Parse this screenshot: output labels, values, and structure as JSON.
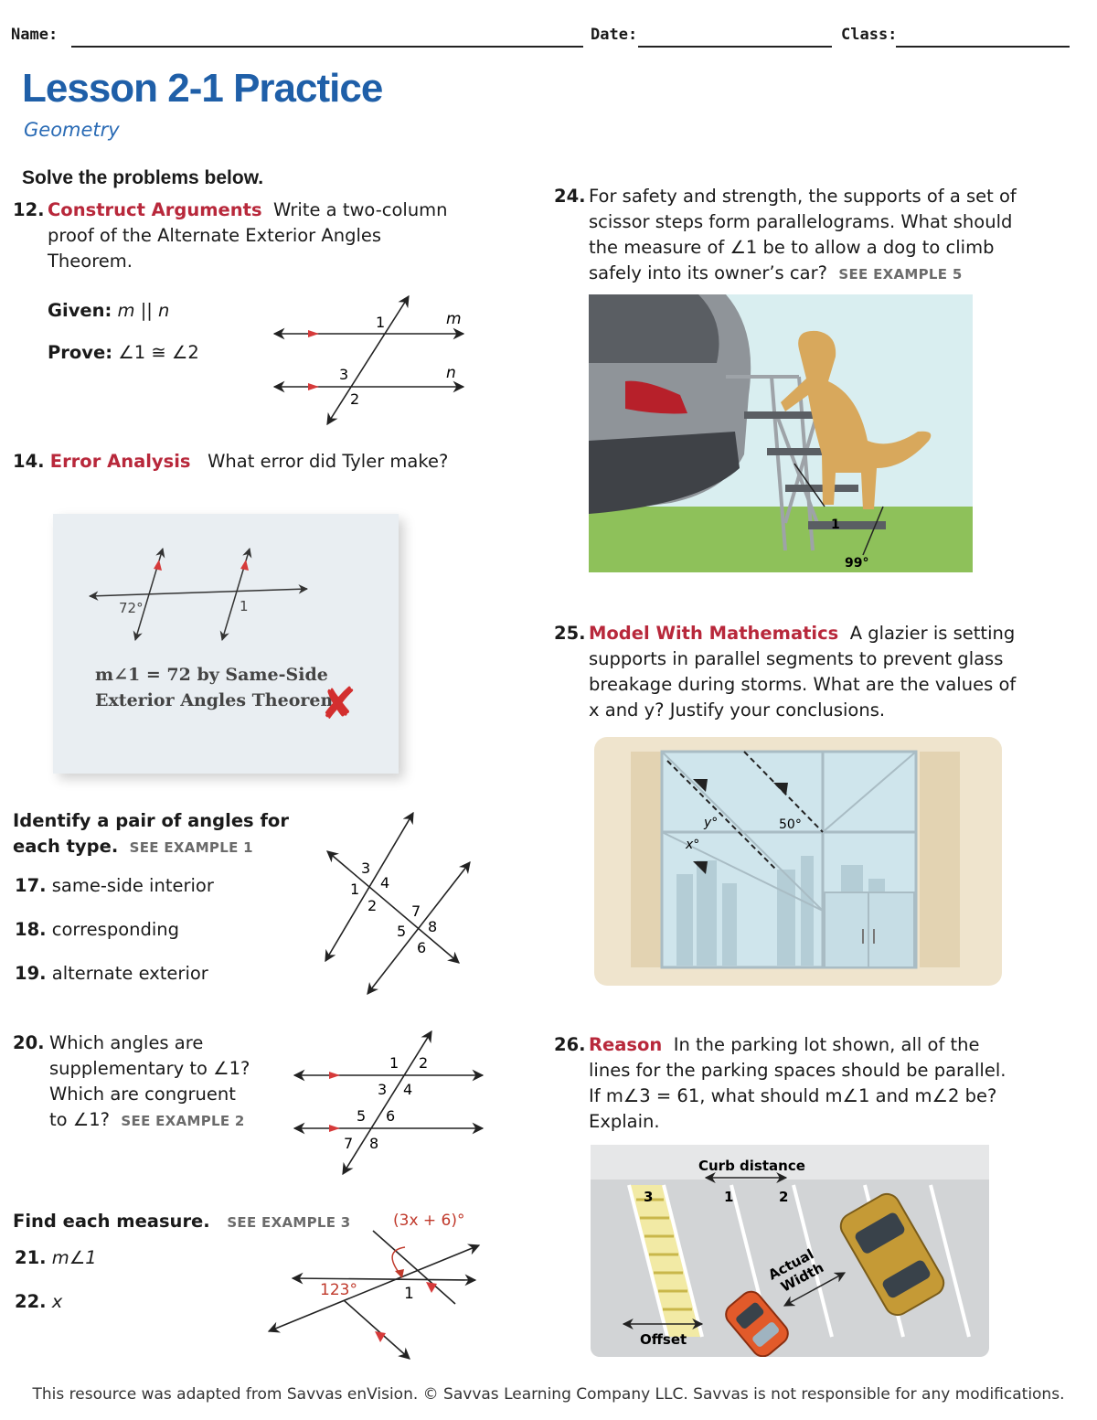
{
  "header": {
    "name_label": "Name:",
    "date_label": "Date:",
    "class_label": "Class:"
  },
  "title": "Lesson 2-1 Practice",
  "subtitle": "Geometry",
  "instructions": "Solve the problems below.",
  "p12": {
    "num": "12.",
    "tag": "Construct Arguments",
    "text": "Write a two-column proof of the Alternate Exterior Angles Theorem.",
    "given_label": "Given:",
    "given": "m || n",
    "prove_label": "Prove:",
    "prove": "∠1 ≅ ∠2",
    "fig": {
      "l1": "1",
      "l2": "2",
      "l3": "3",
      "m": "m",
      "n": "n"
    }
  },
  "p14": {
    "num": "14.",
    "tag": "Error Analysis",
    "text": "What error did Tyler make?",
    "card_line1": "m∠1 = 72 by Same-Side",
    "card_line2": "Exterior Angles Theorem",
    "angle_label": "72°",
    "one_label": "1",
    "x_mark": "✘"
  },
  "identify": {
    "heading1": "Identify a pair of angles for",
    "heading2": "each type.",
    "see": "SEE EXAMPLE 1",
    "items": [
      {
        "num": "17.",
        "text": "same-side interior"
      },
      {
        "num": "18.",
        "text": "corresponding"
      },
      {
        "num": "19.",
        "text": "alternate exterior"
      }
    ],
    "fig_labels": [
      "1",
      "2",
      "3",
      "4",
      "5",
      "6",
      "7",
      "8"
    ]
  },
  "p20": {
    "num": "20.",
    "line1": "Which angles are",
    "line2": "supplementary to ∠1?",
    "line3": "Which are congruent",
    "line4": "to ∠1?",
    "see": "SEE EXAMPLE 2",
    "fig_labels": [
      "1",
      "2",
      "3",
      "4",
      "5",
      "6",
      "7",
      "8"
    ]
  },
  "find": {
    "heading": "Find each measure.",
    "see": "SEE EXAMPLE 3",
    "items": [
      {
        "num": "21.",
        "text": "m∠1"
      },
      {
        "num": "22.",
        "text": "x"
      }
    ],
    "expr": "(3x + 6)°",
    "angle": "123°",
    "one": "1"
  },
  "p24": {
    "num": "24.",
    "line1": "For safety and strength, the supports of a set of",
    "line2": "scissor steps form parallelograms. What should",
    "line3": "the measure of ∠1 be to allow a dog to climb",
    "line4": "safely into its owner’s car?",
    "see": "SEE EXAMPLE 5",
    "label1": "1",
    "label99": "99°"
  },
  "p25": {
    "num": "25.",
    "tag": "Model With Mathematics",
    "line1": "A glazier is setting",
    "line2": "supports in parallel segments to prevent glass",
    "line3": "breakage during storms. What are the values of",
    "line4": "x and y? Justify your conclusions.",
    "y_label": "y°",
    "x_label": "x°",
    "angle50": "50°"
  },
  "p26": {
    "num": "26.",
    "tag": "Reason",
    "line1": "In the parking lot shown, all of the",
    "line2": "lines for the parking spaces should be parallel.",
    "line3": "If m∠3 = 61, what should m∠1 and m∠2 be?",
    "line4": "Explain.",
    "curb": "Curb distance",
    "actual1": "Actual",
    "actual2": "Width",
    "offset": "Offset",
    "l1": "1",
    "l2": "2",
    "l3": "3"
  },
  "footer": "This resource was adapted from Savvas enVision. © Savvas Learning Company LLC. Savvas is not responsible for any modifications.",
  "colors": {
    "title_blue": "#1f5fa8",
    "tag_red": "#b8283b",
    "arrow_red": "#d63a3a"
  }
}
